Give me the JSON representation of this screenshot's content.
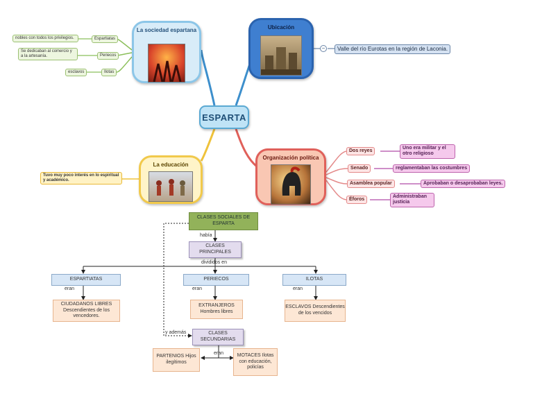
{
  "mindmap": {
    "center": "ESPARTA",
    "sociedad": {
      "title": "La sociedad espartana",
      "image": "spartan-warriors-image",
      "items": [
        {
          "label": "Espartiatas",
          "desc": "nobles con todos los privilegios."
        },
        {
          "label": "Periecos",
          "desc": "Se dedicaban al comercio y a la artesanía."
        },
        {
          "label": "Ilotas",
          "desc": "esclavos"
        }
      ]
    },
    "ubicacion": {
      "title": "Ubicación",
      "image": "ancient-city-image",
      "detail": "Valle del río Eurotas en la región de Laconia.",
      "collapse": "−"
    },
    "educacion": {
      "title": "La educación",
      "image": "spartan-training-image",
      "detail": "Tuvo muy poco interés en lo espiritual y académico."
    },
    "politica": {
      "title": "Organización política",
      "image": "spartan-helmet-image",
      "items": [
        {
          "label": "Dos reyes",
          "desc": "Uno era militar y el otro religioso"
        },
        {
          "label": "Senado",
          "desc": "reglamentaban las costumbres"
        },
        {
          "label": "Asamblea popular",
          "desc": "Aprobaban o desaprobaban leyes."
        },
        {
          "label": "Éforos",
          "desc": "Administraban justicia"
        }
      ]
    }
  },
  "classes": {
    "root": "CLASES SOCIALES DE ESPARTA",
    "habia": "había",
    "principales": "CLASES PRINCIPALES",
    "divididos": "divididos en",
    "columns": [
      {
        "head": "ESPARTIATAS",
        "link": "eran",
        "desc": "CIUDADANOS LIBRES Descendientes de los vencedores."
      },
      {
        "head": "PERIECOS",
        "link": "eran",
        "desc": "EXTRANJEROS Hombres libres"
      },
      {
        "head": "ILOTAS",
        "link": "eran",
        "desc": "ESCLAVOS Descendientes de los vencidos"
      }
    ],
    "ademas": "y además",
    "secundarias": "CLASES SECUNDARIAS",
    "eran2": "eran",
    "secondary": [
      {
        "desc": "PARTENIOS Hijos ilegítimos"
      },
      {
        "desc": "MOTACES Ilotas con educación, policías"
      }
    ]
  },
  "colors": {
    "blue_branch": "#3d8fcc",
    "red_branch": "#e0605a",
    "yellow_branch": "#efc23b",
    "green_connector": "#8bbf5a",
    "purple_connector": "#b04ba8"
  }
}
